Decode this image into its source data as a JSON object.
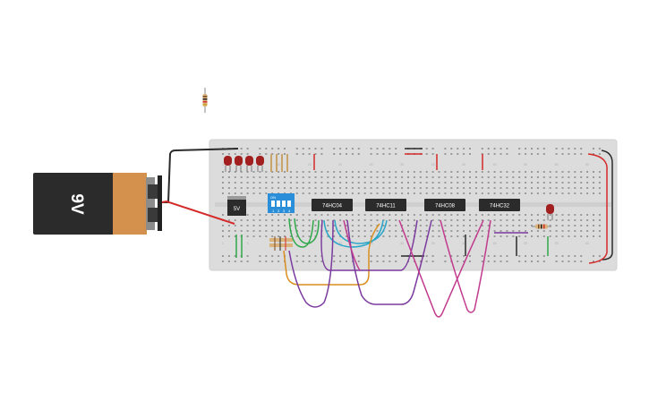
{
  "battery": {
    "label": "9V"
  },
  "regulator": {
    "label": "5V"
  },
  "dip_switch": {
    "on_label": "ON",
    "positions": [
      "1",
      "2",
      "3",
      "4"
    ]
  },
  "chips": [
    {
      "label": "74HC04"
    },
    {
      "label": "74HC11"
    },
    {
      "label": "74HC08"
    },
    {
      "label": "74HC32"
    }
  ],
  "breadboard": {
    "column_numbers": [
      "1",
      "5",
      "10",
      "15",
      "20",
      "25",
      "30",
      "35",
      "40",
      "45",
      "50",
      "55",
      "60"
    ]
  },
  "colors": {
    "board": "#dcdcdc",
    "chip": "#2b2b2b",
    "led_red": "#a11f1f",
    "dip_switch": "#2a8fd8",
    "battery_body": "#2b2b2b",
    "battery_cap": "#d4914e",
    "wire_red": "#d42a2a",
    "wire_black": "#2b2b2b",
    "wire_green": "#2fa84a",
    "wire_blue": "#2aa6c8",
    "wire_purple": "#7b3a9e",
    "wire_magenta": "#c23a8e",
    "wire_orange": "#d98e1e"
  }
}
